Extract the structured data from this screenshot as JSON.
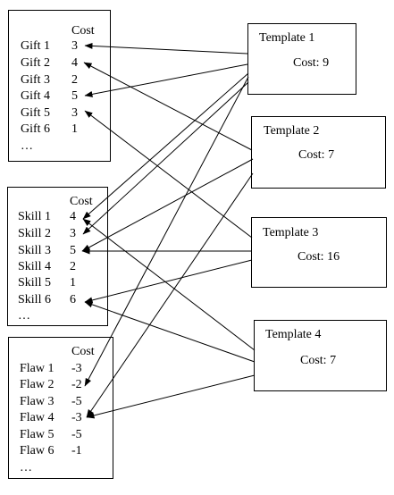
{
  "lists": {
    "gift": {
      "header": "Cost",
      "rows": [
        {
          "name": "Gift 1",
          "cost": "3"
        },
        {
          "name": "Gift 2",
          "cost": "4"
        },
        {
          "name": "Gift 3",
          "cost": "2"
        },
        {
          "name": "Gift 4",
          "cost": "5"
        },
        {
          "name": "Gift 5",
          "cost": "3"
        },
        {
          "name": "Gift 6",
          "cost": "1"
        }
      ],
      "ellipsis": "…"
    },
    "skill": {
      "header": "Cost",
      "rows": [
        {
          "name": "Skill 1",
          "cost": "4"
        },
        {
          "name": "Skill 2",
          "cost": "3"
        },
        {
          "name": "Skill 3",
          "cost": "5"
        },
        {
          "name": "Skill 4",
          "cost": "2"
        },
        {
          "name": "Skill 5",
          "cost": "1"
        },
        {
          "name": "Skill 6",
          "cost": "6"
        }
      ],
      "ellipsis": "…"
    },
    "flaw": {
      "header": "Cost",
      "rows": [
        {
          "name": "Flaw 1",
          "cost": "-3"
        },
        {
          "name": "Flaw 2",
          "cost": "-2"
        },
        {
          "name": "Flaw 3",
          "cost": "-5"
        },
        {
          "name": "Flaw 4",
          "cost": "-3"
        },
        {
          "name": "Flaw 5",
          "cost": "-5"
        },
        {
          "name": "Flaw 6",
          "cost": "-1"
        }
      ],
      "ellipsis": "…"
    }
  },
  "templates": [
    {
      "title": "Template 1",
      "cost": "Cost: 9"
    },
    {
      "title": "Template 2",
      "cost": "Cost: 7"
    },
    {
      "title": "Template 3",
      "cost": "Cost: 16"
    },
    {
      "title": "Template 4",
      "cost": "Cost: 7"
    }
  ],
  "links": [
    {
      "template": 1,
      "target": "gift-1"
    },
    {
      "template": 1,
      "target": "gift-4"
    },
    {
      "template": 1,
      "target": "skill-1"
    },
    {
      "template": 1,
      "target": "skill-2"
    },
    {
      "template": 1,
      "target": "flaw-2"
    },
    {
      "template": 2,
      "target": "gift-2"
    },
    {
      "template": 2,
      "target": "skill-3"
    },
    {
      "template": 2,
      "target": "flaw-4"
    },
    {
      "template": 3,
      "target": "gift-5"
    },
    {
      "template": 3,
      "target": "skill-3"
    },
    {
      "template": 3,
      "target": "skill-6"
    },
    {
      "template": 4,
      "target": "skill-1"
    },
    {
      "template": 4,
      "target": "skill-6"
    },
    {
      "template": 4,
      "target": "flaw-4"
    }
  ]
}
